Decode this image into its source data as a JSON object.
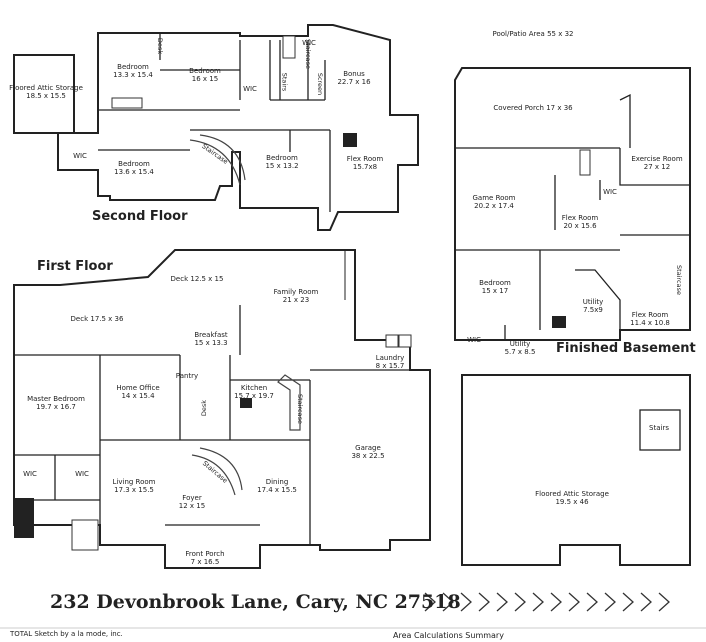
{
  "section_titles": {
    "second_floor": "Second Floor",
    "first_floor": "First Floor",
    "finished_basement": "Finished Basement"
  },
  "rooms": [
    {
      "id": "attic-left",
      "name": "Floored Attic Storage",
      "dims": "18.5 x 15.5"
    },
    {
      "id": "bedroom-2a",
      "name": "Bedroom",
      "dims": "13.3 x 15.4"
    },
    {
      "id": "bedroom-2b",
      "name": "Bedroom",
      "dims": "16 x 15"
    },
    {
      "id": "bonus",
      "name": "Bonus",
      "dims": "22.7 x 16"
    },
    {
      "id": "bedroom-2c",
      "name": "Bedroom",
      "dims": "13.6 x 15.4"
    },
    {
      "id": "bedroom-2d",
      "name": "Bedroom",
      "dims": "15 x 13.2"
    },
    {
      "id": "flex-2",
      "name": "Flex Room",
      "dims": "15.7x8"
    },
    {
      "id": "pool",
      "name": "Pool/Patio Area 55 x 32",
      "dims": ""
    },
    {
      "id": "covered-porch",
      "name": "Covered Porch 17 x 36",
      "dims": ""
    },
    {
      "id": "exercise",
      "name": "Exercise Room",
      "dims": "27 x 12"
    },
    {
      "id": "game",
      "name": "Game Room",
      "dims": "20.2 x 17.4"
    },
    {
      "id": "flex-b",
      "name": "Flex Room",
      "dims": "20 x 15.6"
    },
    {
      "id": "bedroom-b",
      "name": "Bedroom",
      "dims": "15 x 17"
    },
    {
      "id": "utility-b1",
      "name": "Utility",
      "dims": "7.5x9"
    },
    {
      "id": "flex-b2",
      "name": "Flex Room",
      "dims": "11.4 x 10.8"
    },
    {
      "id": "utility-b2",
      "name": "Utility",
      "dims": "5.7 x 8.5"
    },
    {
      "id": "deck-small",
      "name": "Deck 12.5 x 15",
      "dims": ""
    },
    {
      "id": "family",
      "name": "Family Room",
      "dims": "21 x 23"
    },
    {
      "id": "deck-large",
      "name": "Deck 17.5 x 36",
      "dims": ""
    },
    {
      "id": "breakfast",
      "name": "Breakfast",
      "dims": "15 x 13.3"
    },
    {
      "id": "laundry",
      "name": "Laundry",
      "dims": "8 x 15.7"
    },
    {
      "id": "master",
      "name": "Master Bedroom",
      "dims": "19.7 x 16.7"
    },
    {
      "id": "office",
      "name": "Home Office",
      "dims": "14 x 15.4"
    },
    {
      "id": "kitchen",
      "name": "Kitchen",
      "dims": "15.7 x 19.7"
    },
    {
      "id": "garage",
      "name": "Garage",
      "dims": "38 x 22.5"
    },
    {
      "id": "living",
      "name": "Living Room",
      "dims": "17.3 x 15.5"
    },
    {
      "id": "dining",
      "name": "Dining",
      "dims": "17.4 x 15.5"
    },
    {
      "id": "foyer",
      "name": "Foyer",
      "dims": "12 x 15"
    },
    {
      "id": "front-porch",
      "name": "Front Porch",
      "dims": "7 x 16.5"
    },
    {
      "id": "attic-right",
      "name": "Floored Attic Storage",
      "dims": "19.5 x 46"
    }
  ],
  "small_labels": {
    "wic": "WIC",
    "desk": "Desk",
    "stairs": "Stairs",
    "staircase": "Staircase",
    "screen": "Screen",
    "pantry": "Pantry"
  },
  "address": "232 Devonbrook Lane, Cary, NC 27518",
  "footer": {
    "software": "TOTAL Sketch by a la mode, inc.",
    "summary": "Area Calculations Summary"
  }
}
